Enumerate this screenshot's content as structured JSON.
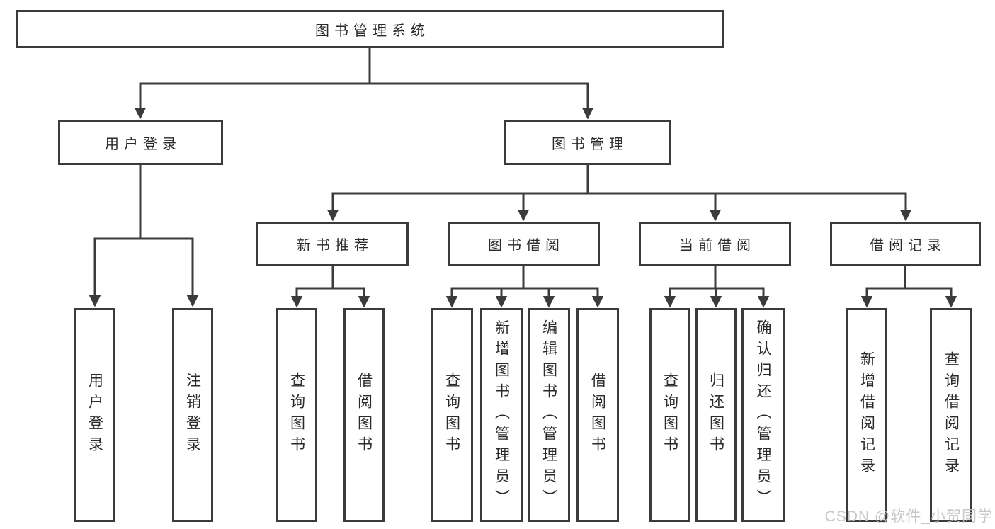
{
  "tree": {
    "root": {
      "label": "图书管理系统",
      "children": [
        {
          "label": "用户登录",
          "children": [
            {
              "label": "用户登录"
            },
            {
              "label": "注销登录"
            }
          ]
        },
        {
          "label": "图书管理",
          "children": [
            {
              "label": "新书推荐",
              "children": [
                {
                  "label": "查询图书"
                },
                {
                  "label": "借阅图书"
                }
              ]
            },
            {
              "label": "图书借阅",
              "children": [
                {
                  "label": "查询图书"
                },
                {
                  "label": "新增图书（管理员）"
                },
                {
                  "label": "编辑图书（管理员）"
                },
                {
                  "label": "借阅图书"
                }
              ]
            },
            {
              "label": "当前借阅",
              "children": [
                {
                  "label": "查询图书"
                },
                {
                  "label": "归还图书"
                },
                {
                  "label": "确认归还（管理员）"
                }
              ]
            },
            {
              "label": "借阅记录",
              "children": [
                {
                  "label": "新增借阅记录"
                },
                {
                  "label": "查询借阅记录"
                }
              ]
            }
          ]
        }
      ]
    }
  },
  "watermark": "CSDN @软件_小贺同学",
  "colors": {
    "line": "#3b3b3b",
    "text": "#2a2a2a",
    "background": "#ffffff",
    "watermark": "#c1c1c1"
  }
}
